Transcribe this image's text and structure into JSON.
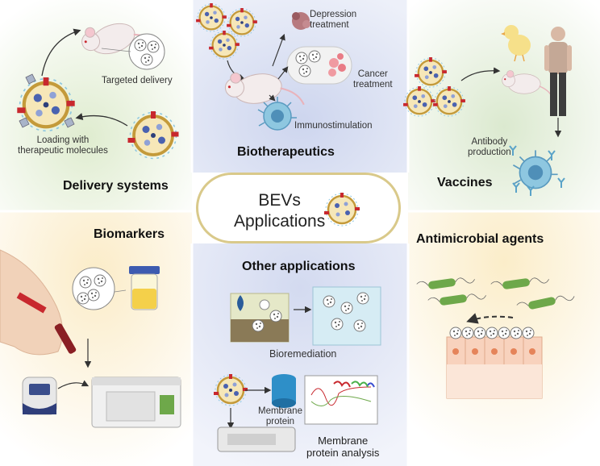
{
  "center": {
    "line1": "BEVs",
    "line2": "Applications"
  },
  "delivery": {
    "title": "Delivery systems",
    "targeted": "Targeted delivery",
    "loading_line1": "Loading with",
    "loading_line2": "therapeutic molecules"
  },
  "biotherapeutics": {
    "title": "Biotherapeutics",
    "depression_line1": "Depression",
    "depression_line2": "treatment",
    "cancer_line1": "Cancer",
    "cancer_line2": "treatment",
    "immuno": "Immunostimulation"
  },
  "vaccines": {
    "title": "Vaccines",
    "antibody_line1": "Antibody",
    "antibody_line2": "production"
  },
  "biomarkers": {
    "title": "Biomarkers"
  },
  "antimicrobial": {
    "title": "Antimicrobial agents"
  },
  "other": {
    "title": "Other applications",
    "bioremediation": "Bioremediation",
    "membrane_line1": "Membrane",
    "membrane_line2": "protein",
    "analysis_line1": "Membrane",
    "analysis_line2": "protein analysis"
  },
  "colors": {
    "delivery_bg": "#e6efdc",
    "biothera_bg": "#d6dcef",
    "vaccines_bg": "#e4eedd",
    "biomarkers_bg": "#fbf0d6",
    "antimicrobial_bg": "#fbf1d9",
    "other_bg": "#d9dff0",
    "vesicle_fill": "#f6e7b8",
    "vesicle_ring": "#c49a3a",
    "cargo_blue": "#4a62b0",
    "accent_red": "#c8282e",
    "bacteria_green": "#6ea84a",
    "cell_blue": "#7ab6d8"
  },
  "icons": [
    "vesicle-icon",
    "mouse-icon",
    "chick-icon",
    "human-icon",
    "immune-cell-icon",
    "antibody-icon",
    "bacteria-icon",
    "urine-cup-icon",
    "blood-tube-icon",
    "analyzer-icon",
    "water-tank-icon",
    "biohazard-icon",
    "membrane-protein-icon",
    "spectrometer-icon",
    "spectrum-chart-icon"
  ]
}
